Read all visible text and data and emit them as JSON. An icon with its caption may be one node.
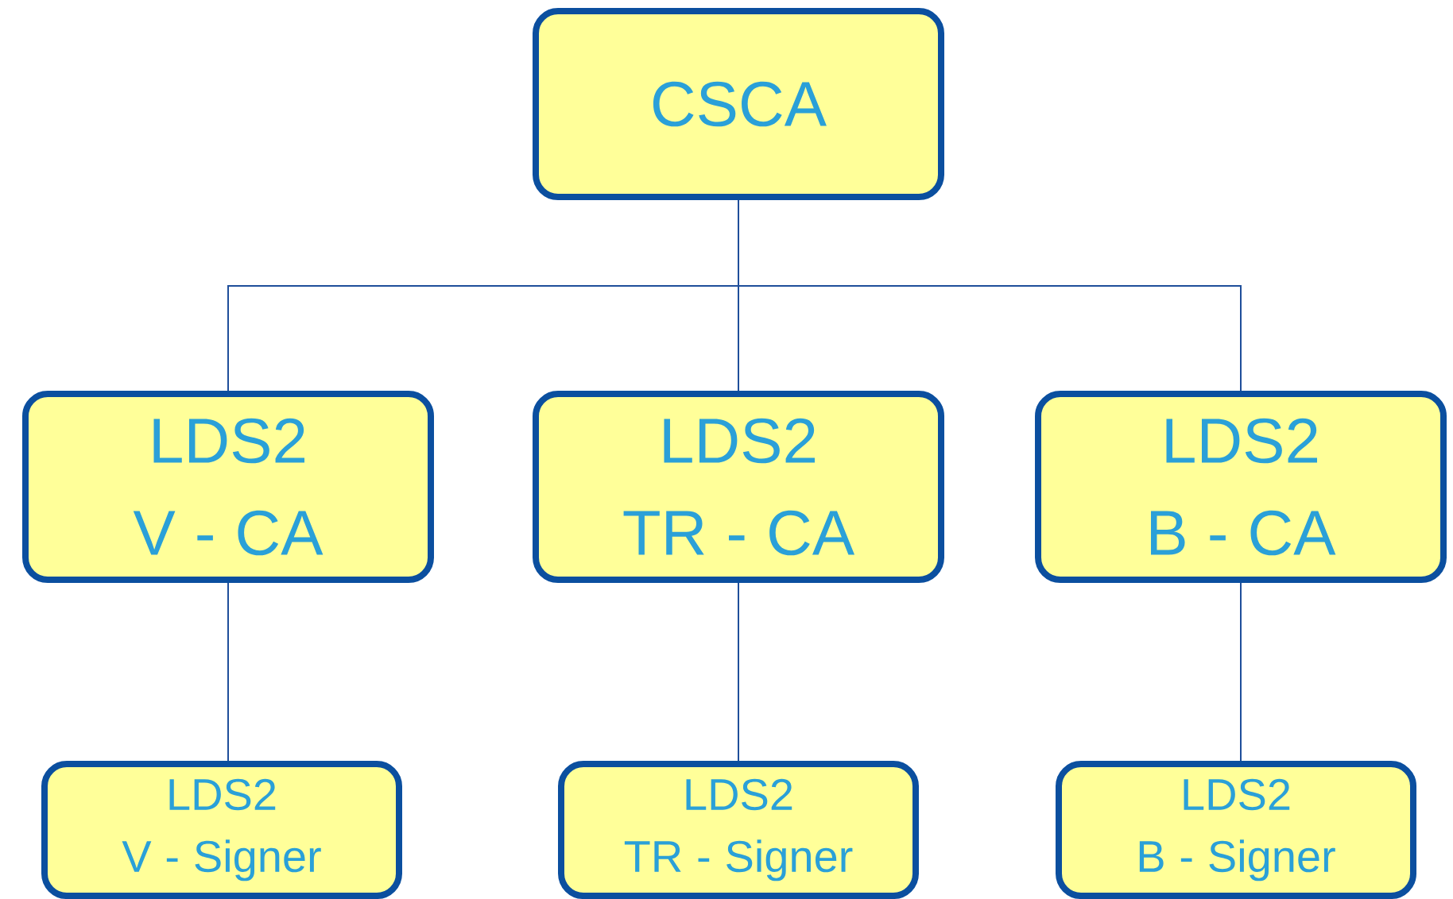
{
  "diagram": {
    "nodes": [
      {
        "text": [
          "CSCA"
        ]
      },
      {
        "text": [
          "LDS2 V - CA"
        ]
      },
      {
        "text": [
          "LDS2 TR - CA"
        ]
      },
      {
        "text": [
          "LDS2 B - CA"
        ]
      },
      {
        "text": [
          "LDS2 V - Signer"
        ]
      },
      {
        "text": [
          "LDS2 TR - Signer"
        ]
      },
      {
        "text": [
          "LDS2 B - Signer"
        ]
      }
    ],
    "edges": [
      {
        "from": 0,
        "to": 1,
        "arrow": "none"
      },
      {
        "from": 0,
        "to": 2,
        "arrow": "none"
      },
      {
        "from": 0,
        "to": 3,
        "arrow": "none"
      },
      {
        "from": 1,
        "to": 4,
        "arrow": "none"
      },
      {
        "from": 2,
        "to": 5,
        "arrow": "none"
      },
      {
        "from": 3,
        "to": 6,
        "arrow": "none"
      }
    ]
  }
}
